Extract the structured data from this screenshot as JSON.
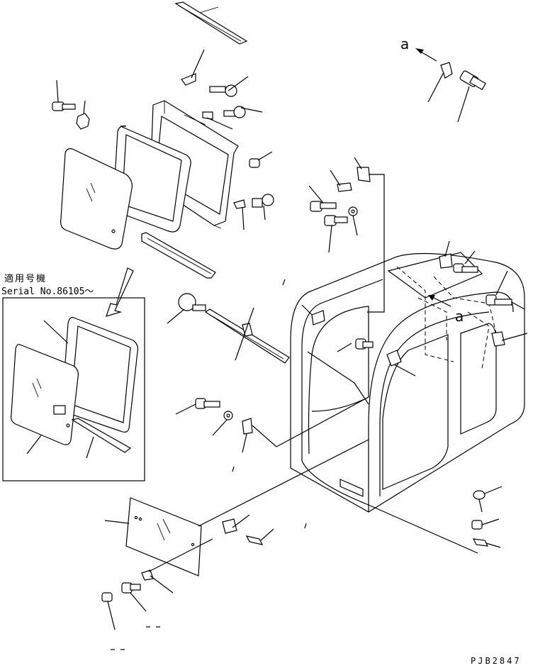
{
  "callouts": {
    "view_arrow_top": "a",
    "view_arrow_cab": "a"
  },
  "applicability": {
    "label_jp": "適用号機",
    "serial": "Serial No.86105～"
  },
  "drawing_code": "PJB2847"
}
